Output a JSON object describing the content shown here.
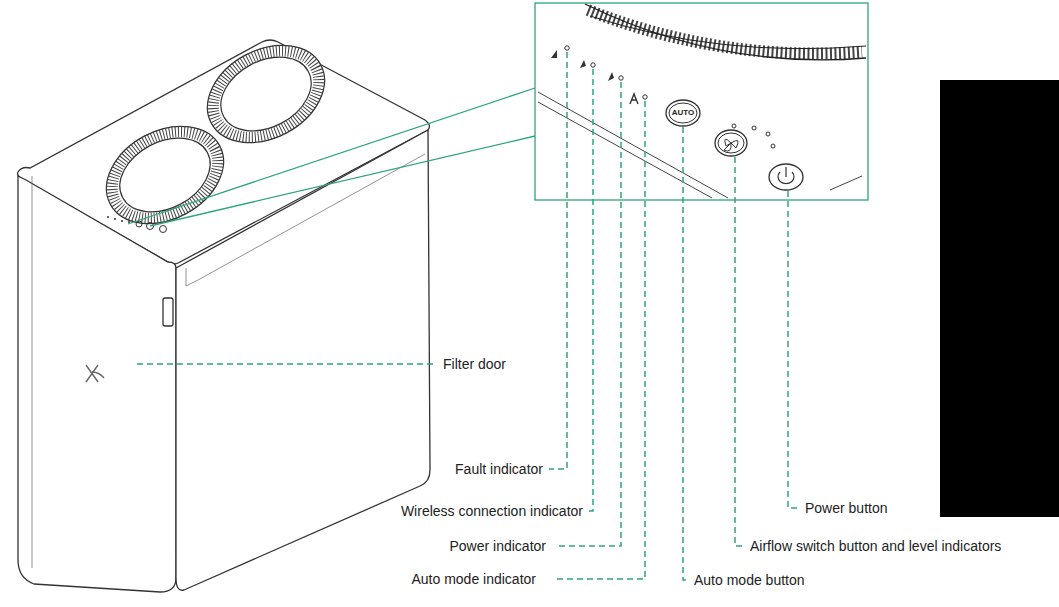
{
  "diagram": {
    "labels": [
      "AUTO",
      "Filter door",
      "Fault indicator",
      "Wireless connection indicator",
      "Power indicator",
      "Power button",
      "Airflow switch button and level indicators",
      "Auto mode indicator",
      "Auto mode button"
    ]
  }
}
